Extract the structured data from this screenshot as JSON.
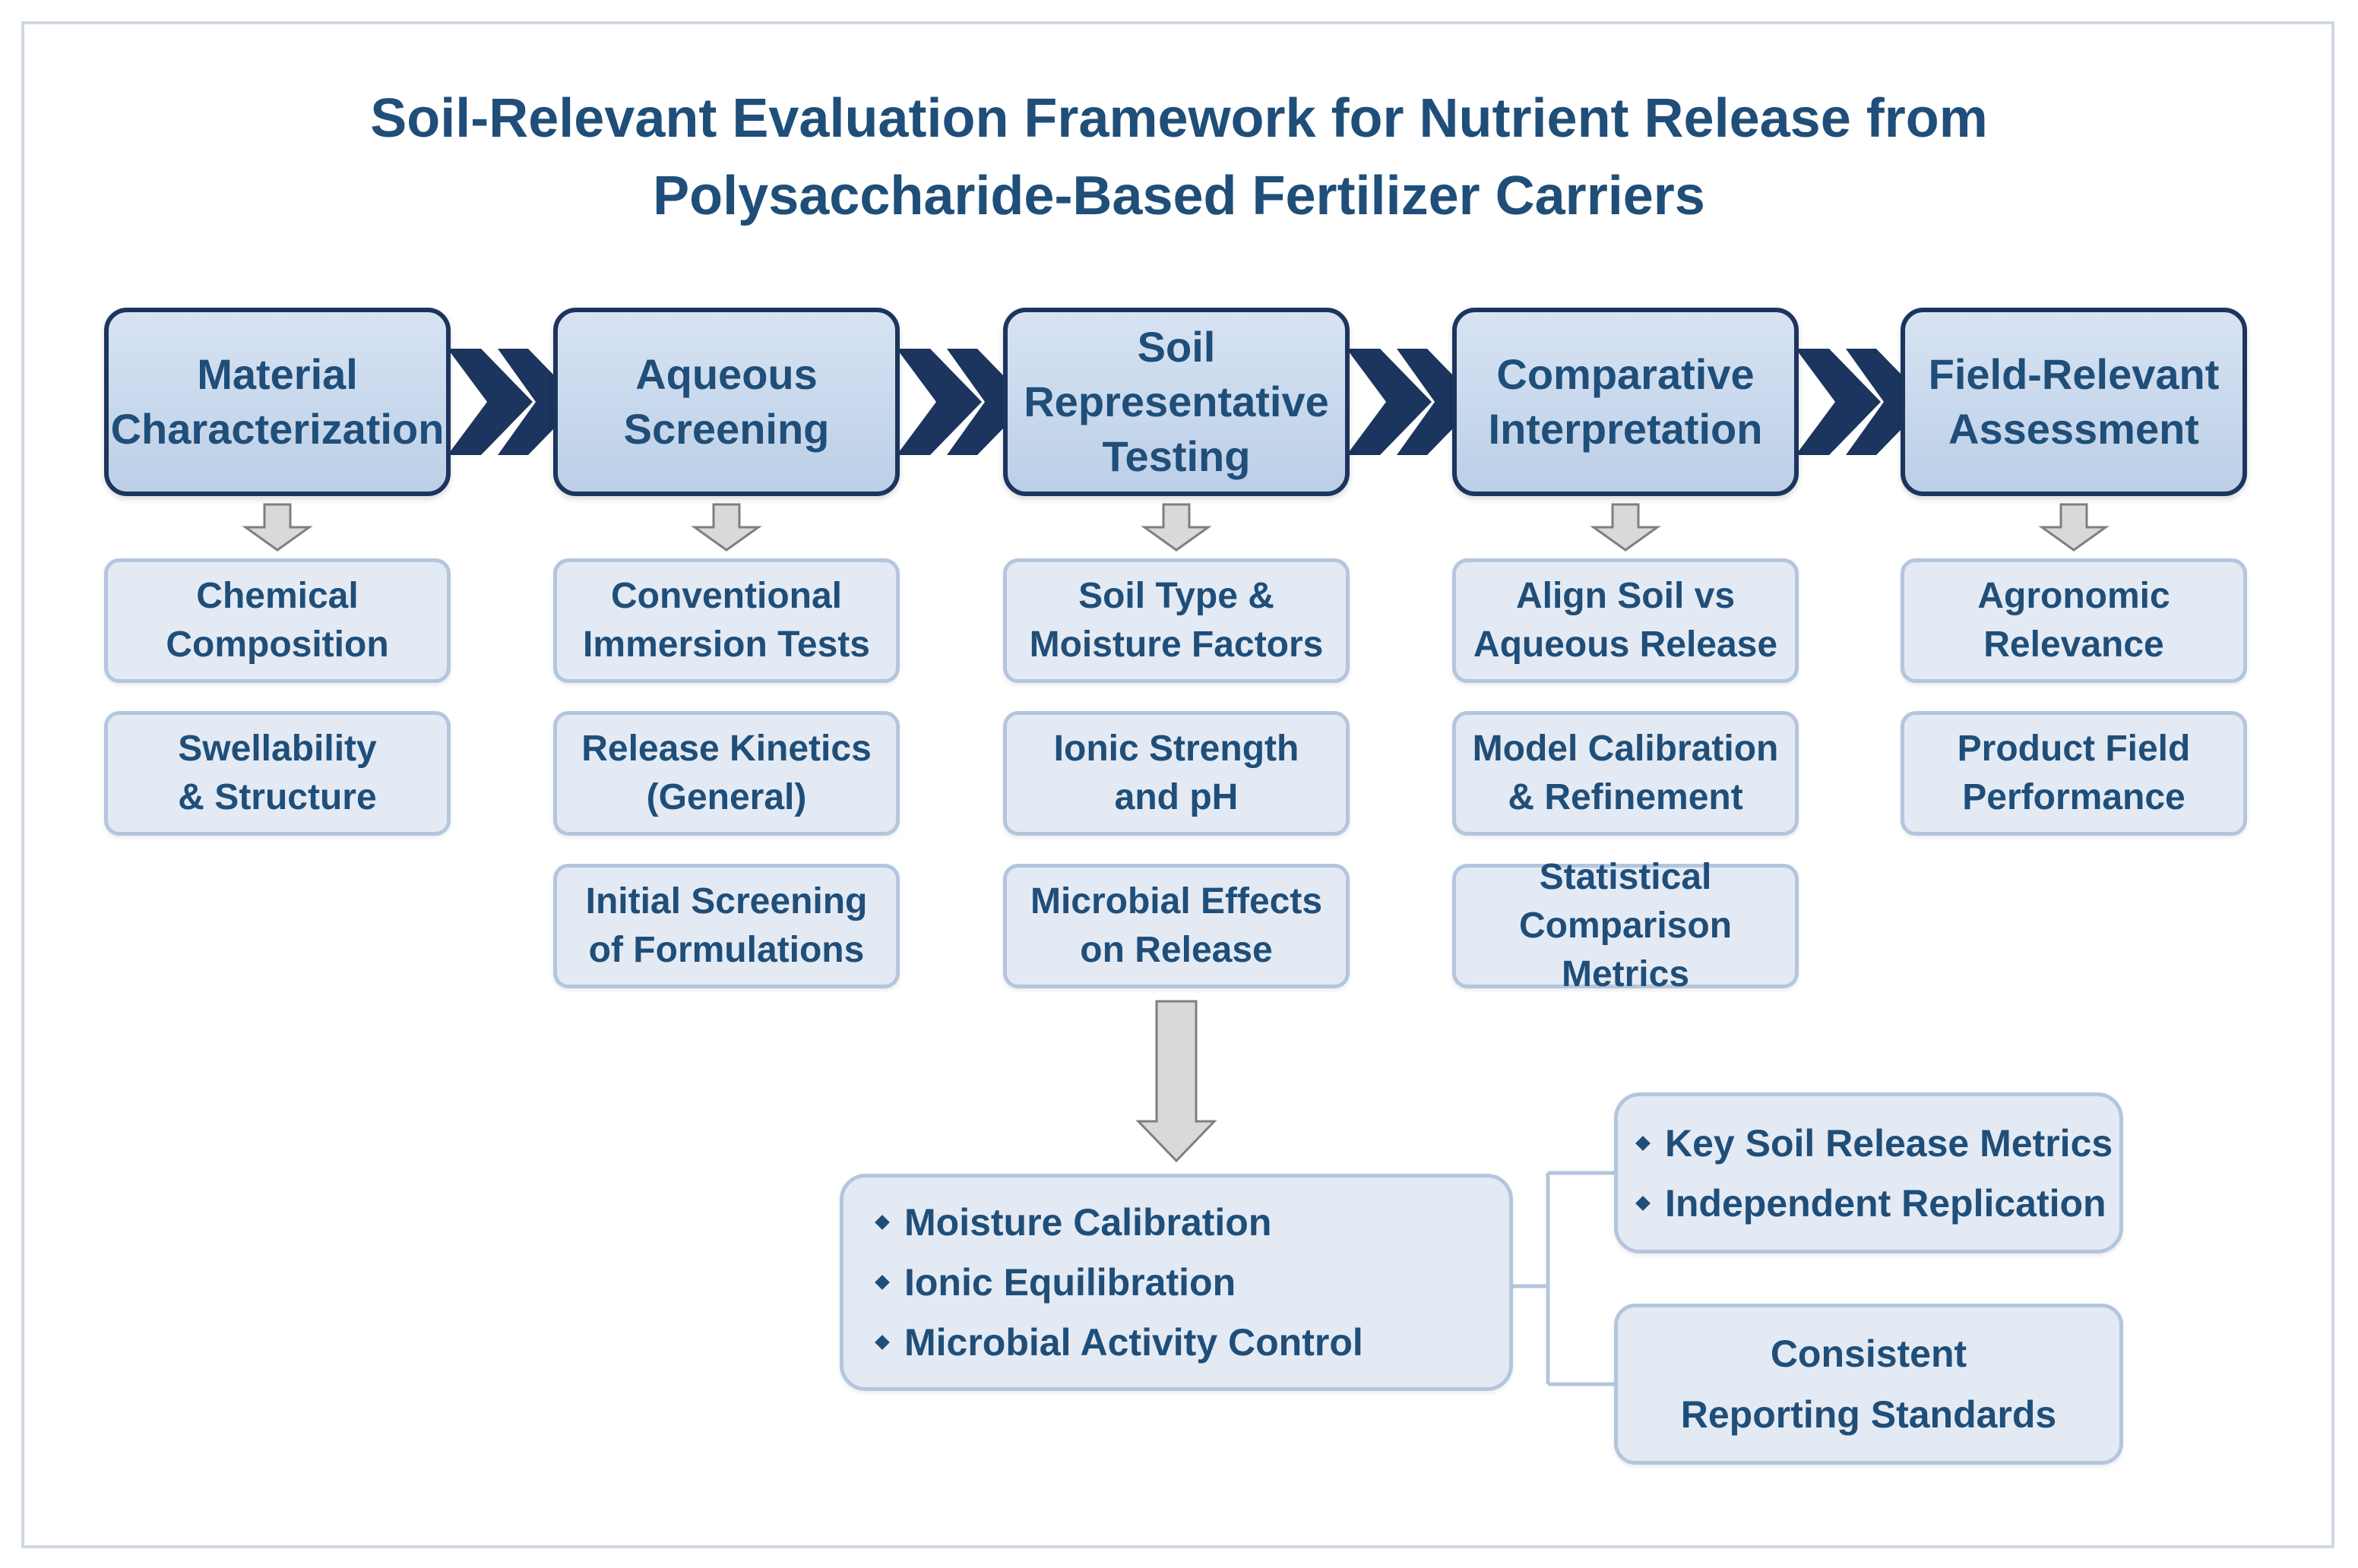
{
  "title": {
    "line1": "Soil-Relevant Evaluation Framework for Nutrient Release from",
    "line2": "Polysaccharide-Based Fertilizer Carriers"
  },
  "colors": {
    "header_border": "#1c355e",
    "header_fill": "#c9d9ee",
    "sub_fill": "#e3eaf4",
    "sub_border": "#b4c6de",
    "chevron": "#1c355e",
    "text": "#1f4e79",
    "arrow_fill": "#d9d9d9",
    "arrow_border": "#7f7f7f"
  },
  "stages": [
    {
      "label": "Material\nCharacterization",
      "items": [
        "Chemical\nComposition",
        "Swellability\n& Structure"
      ]
    },
    {
      "label": "Aqueous\nScreening",
      "items": [
        "Conventional\nImmersion Tests",
        "Release Kinetics\n(General)",
        "Initial Screening\nof Formulations"
      ]
    },
    {
      "label": "Soil\nRepresentative\nTesting",
      "items": [
        "Soil Type &\nMoisture Factors",
        "Ionic Strength\nand pH",
        "Microbial Effects\non Release"
      ]
    },
    {
      "label": "Comparative\nInterpretation",
      "items": [
        "Align Soil vs\nAqueous Release",
        "Model Calibration\n& Refinement",
        "Statistical\nComparison Metrics"
      ]
    },
    {
      "label": "Field-Relevant\nAssessment",
      "items": [
        "Agronomic\nRelevance",
        "Product Field\nPerformance"
      ]
    }
  ],
  "protocol_box": {
    "items": [
      "Moisture Calibration",
      "Ionic Equilibration",
      "Microbial Activity Control"
    ]
  },
  "metrics_box": {
    "items": [
      "Key Soil Release Metrics",
      "Independent Replication"
    ]
  },
  "reporting_box": {
    "label": "Consistent\nReporting Standards"
  }
}
